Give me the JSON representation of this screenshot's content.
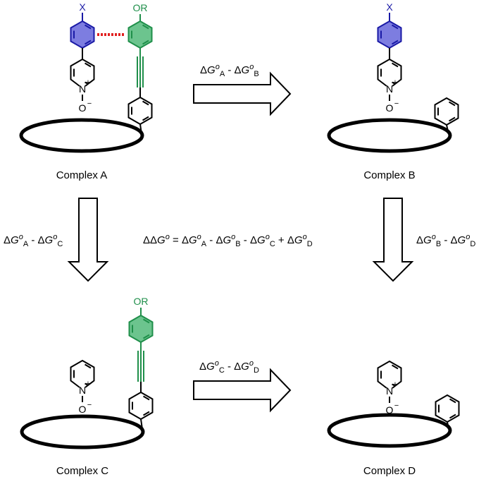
{
  "complexes": {
    "A": {
      "label": "Complex A"
    },
    "B": {
      "label": "Complex B"
    },
    "C": {
      "label": "Complex C"
    },
    "D": {
      "label": "Complex D"
    }
  },
  "atoms": {
    "halide": "X",
    "ether": "OR",
    "nitrogen": "N",
    "oxygen": "O",
    "plus": "+",
    "minus": "−"
  },
  "equations": {
    "delta_G_AB": {
      "delta": "Δ",
      "g": "G",
      "o": "o",
      "s1": "A",
      "minus": " - ",
      "s2": "B"
    },
    "delta_G_AC": {
      "delta": "Δ",
      "g": "G",
      "o": "o",
      "s1": "A",
      "minus": " - ",
      "s2": "C"
    },
    "delta_G_BD": {
      "delta": "Δ",
      "g": "G",
      "o": "o",
      "s1": "B",
      "minus": " - ",
      "s2": "D"
    },
    "delta_G_CD": {
      "delta": "Δ",
      "g": "G",
      "o": "o",
      "s1": "C",
      "minus": " - ",
      "s2": "D"
    },
    "ddG": {
      "lhs": "ΔΔ",
      "g": "G",
      "o": "o",
      "eq": " = ",
      "t1": "A",
      "op1": " - ",
      "t2": "B",
      "op2": " - ",
      "t3": "C",
      "op3": " + ",
      "t4": "D"
    }
  },
  "colors": {
    "blue_ring_fill": "#7d7de0",
    "blue_ring_stroke": "#1a1aa6",
    "green_ring_fill": "#6cc48e",
    "green_ring_stroke": "#1f8f4a",
    "interaction": "#e02020"
  }
}
